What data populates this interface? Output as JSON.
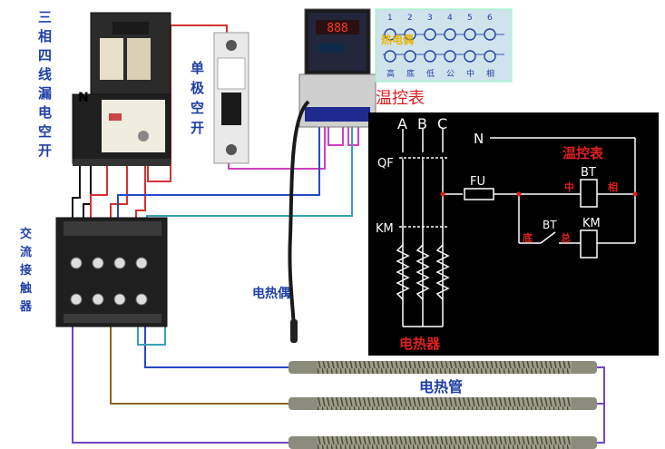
{
  "labels": {
    "breaker": "三相四线漏电空开",
    "neutral_n": "N",
    "single_breaker": "单极空开",
    "contactor": "交流接触器",
    "thermocouple_card": "热电偶",
    "controller": "温控表",
    "thermocouple": "电热偶",
    "heating_tubes": "电热管",
    "controller_display": "888",
    "terminal_numbers": [
      "1",
      "2",
      "3",
      "4",
      "5",
      "6"
    ],
    "terminal_card_bottom": [
      "高",
      "底",
      "低",
      "公",
      "中",
      "相"
    ]
  },
  "schematic": {
    "phases": [
      "A",
      "B",
      "C"
    ],
    "neutral": "N",
    "qf": "QF",
    "km": "KM",
    "fu": "FU",
    "controller_title": "温控表",
    "bt_top": "BT",
    "bt_low": "BT",
    "km_coil": "KM",
    "zhong": "中",
    "xiang": "相",
    "di": "底",
    "zong": "总",
    "heater": "电热器"
  },
  "colors": {
    "label_blue": "#1e3fa8",
    "wire_red": "#d93030",
    "wire_magenta": "#d040c0",
    "wire_blue": "#2848c8",
    "wire_cyan": "#3aa0b8",
    "wire_brown": "#8a6420",
    "wire_purple": "#7048c0",
    "schematic_bg": "#000000",
    "schematic_red": "#e02020"
  }
}
